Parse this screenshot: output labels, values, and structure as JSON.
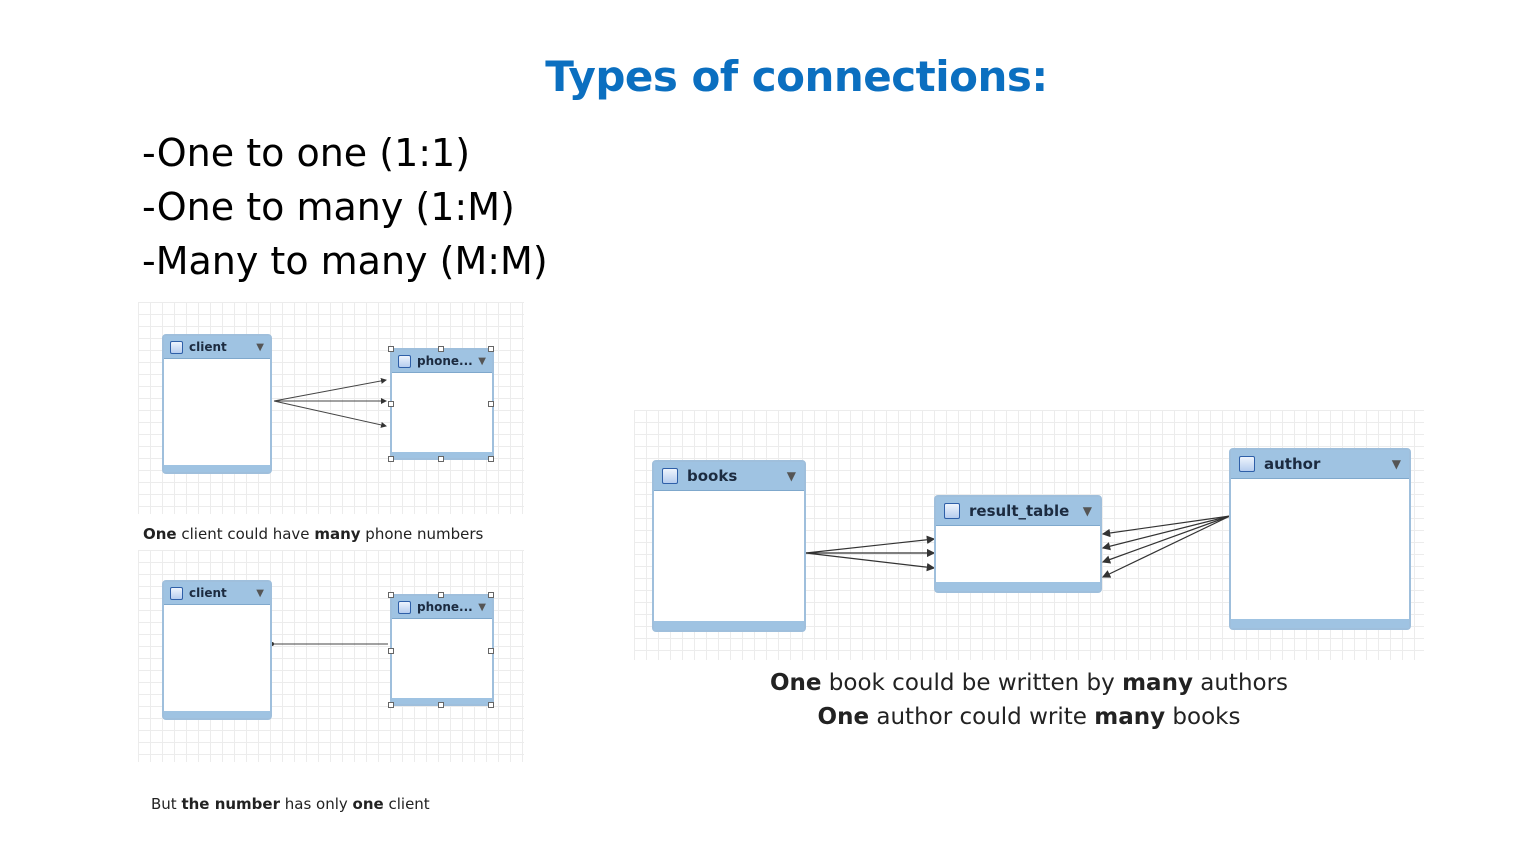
{
  "title": "Types of connections:",
  "bullets": [
    "-One to one (1:1)",
    "-One to many (1:M)",
    "-Many to many (M:M)"
  ],
  "diagram_one_to_many": {
    "left_table": "client",
    "right_table": "phone...",
    "caption": {
      "p1": "One",
      "p2": " client could have ",
      "p3": "many",
      "p4": " phone numbers"
    }
  },
  "diagram_one_to_one": {
    "left_table": "client",
    "right_table": "phone...",
    "caption": {
      "p1": "But ",
      "p2": "the number",
      "p3": " has only ",
      "p4": "one",
      "p5": " client"
    }
  },
  "diagram_many_to_many": {
    "left_table": "books",
    "middle_table": "result_table",
    "right_table": "author",
    "caption_line1": {
      "p1": "One",
      "p2": " book could be written by ",
      "p3": "many",
      "p4": " authors"
    },
    "caption_line2": {
      "p1": "One",
      "p2": " author could write ",
      "p3": "many",
      "p4": " books"
    }
  },
  "colors": {
    "title": "#0b6fc0",
    "table_header": "#9fc3e2",
    "table_border": "#9fbfdc",
    "grid": "#ececec"
  },
  "icons": {
    "table": "table-icon",
    "dropdown": "dropdown-triangle-icon"
  }
}
